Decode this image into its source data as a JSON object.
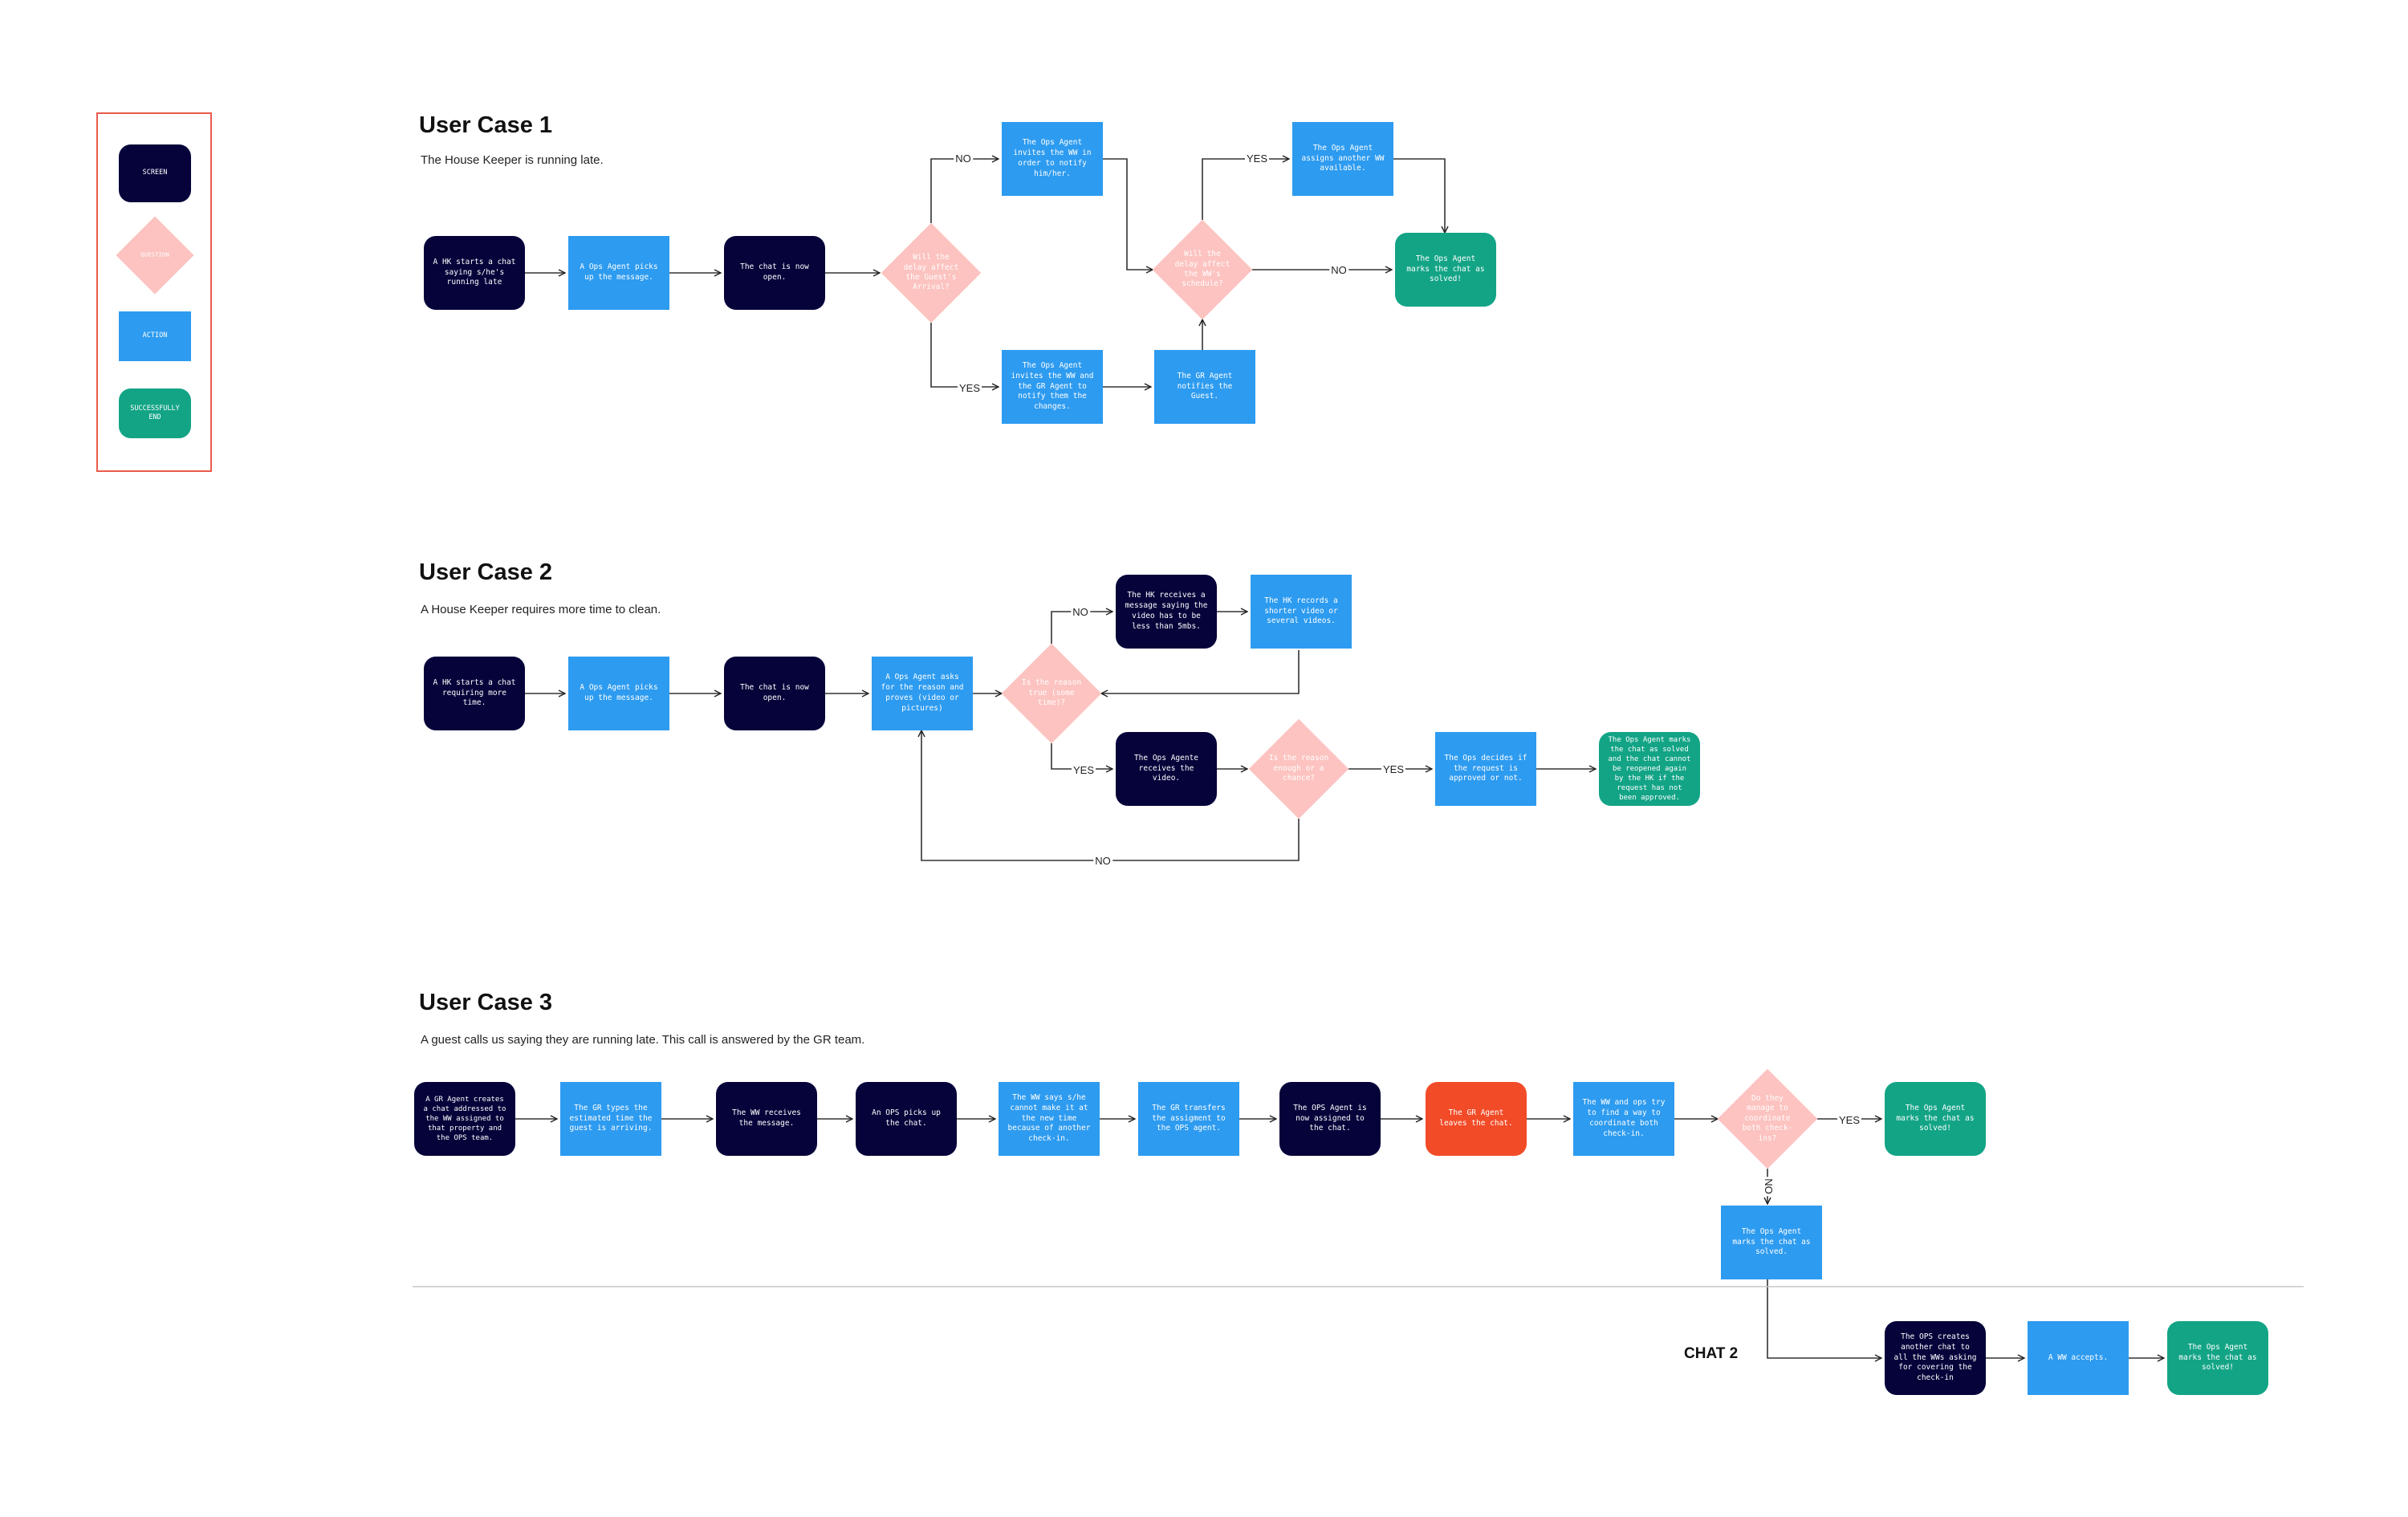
{
  "legend": {
    "screen": "SCREEN",
    "question": "QUESTION",
    "action": "ACTION",
    "end": "SUCCESSFULLY END"
  },
  "case1": {
    "title": "User Case 1",
    "subtitle": "The House Keeper is running late.",
    "n1": "A HK starts a chat saying s/he's running late",
    "n2": "A Ops Agent picks up the message.",
    "n3": "The chat is now open.",
    "q1": "Will the delay affect the Guest's Arrival?",
    "n4": "The Ops Agent invites the WW in order to notify him/her.",
    "n5": "The Ops Agent invites the WW and the GR Agent to notify them the changes.",
    "n6": "The GR Agent notifies the Guest.",
    "q2": "Will the delay affect the WW's schedule?",
    "n7": "The Ops Agent assigns another WW available.",
    "end": "The Ops Agent marks the chat as solved!",
    "no1": "NO",
    "yes1": "YES",
    "yes2": "YES",
    "no2": "NO"
  },
  "case2": {
    "title": "User Case 2",
    "subtitle": "A House Keeper requires more time to clean.",
    "n1": "A HK starts a chat requiring more time.",
    "n2": "A Ops Agent picks up the message.",
    "n3": "The chat is now open.",
    "n4": "A Ops Agent asks for the reason and proves (video or pictures)",
    "q1": "Is the reason true (some time)?",
    "n5": "The HK receives a message saying the video has to be less than 5mbs.",
    "n6": "The HK records a shorter video or several videos.",
    "n7": "The Ops Agente receives the video.",
    "q2": "Is the reason enough or a chance?",
    "n8": "The Ops decides if the request is approved or not.",
    "end": "The Ops Agent marks the chat as solved and the chat cannot be reopened again by the HK if the request has not been approved.",
    "no1": "NO",
    "yes1": "YES",
    "yes2": "YES",
    "no2": "NO"
  },
  "case3": {
    "title": "User Case 3",
    "subtitle": "A guest calls us saying they are running late. This call is answered by the GR team.",
    "n1": "A GR Agent creates a chat addressed to the WW assigned to that property and the OPS team.",
    "n2": "The GR types the estimated time the guest is arriving.",
    "n3": "The WW receives the message.",
    "n4": "An OPS picks up the chat.",
    "n5": "The WW says s/he cannot make it at the new time because of another check-in.",
    "n6": "The GR transfers the assigment to the OPS agent.",
    "n7": "The OPS Agent is now assigned to the chat.",
    "n8": "The GR Agent leaves the chat.",
    "n9": "The WW and ops try to find a way to coordinate both check-in.",
    "q1": "Do they manage to coordinate both check-ins?",
    "end1": "The Ops Agent marks the chat as solved!",
    "n10": "The Ops Agent marks the chat as solved.",
    "chat2": "CHAT 2",
    "n11": "The OPS creates another chat to all the WWs asking for covering the check-in",
    "n12": "A WW accepts.",
    "end2": "The Ops Agent marks the chat as solved!",
    "yes1": "YES",
    "no1": "NO"
  }
}
